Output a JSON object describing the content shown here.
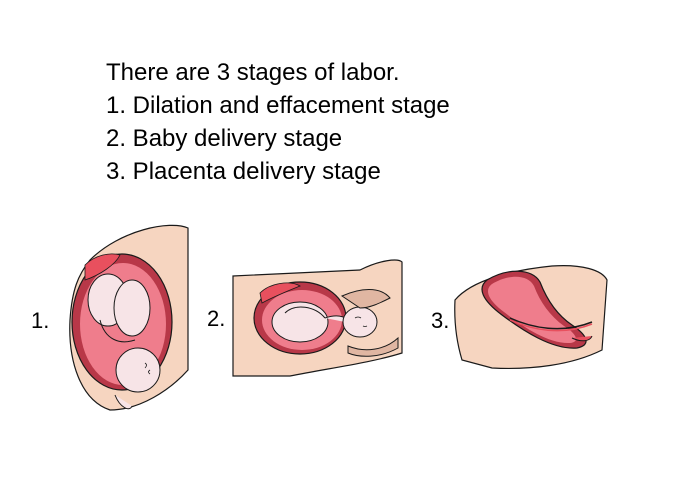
{
  "intro": {
    "heading": "There are 3 stages of labor.",
    "items": [
      "1. Dilation and effacement stage",
      "2. Baby delivery stage",
      "3. Placenta delivery stage"
    ]
  },
  "stages": [
    {
      "label": "1."
    },
    {
      "label": "2."
    },
    {
      "label": "3."
    }
  ],
  "colors": {
    "skin": "#f6d5c0",
    "uterus_wall": "#b83848",
    "amniotic": "#ef7d8c",
    "placenta": "#e8505e",
    "baby": "#f7e4e7",
    "outline": "#1a1a1a"
  }
}
